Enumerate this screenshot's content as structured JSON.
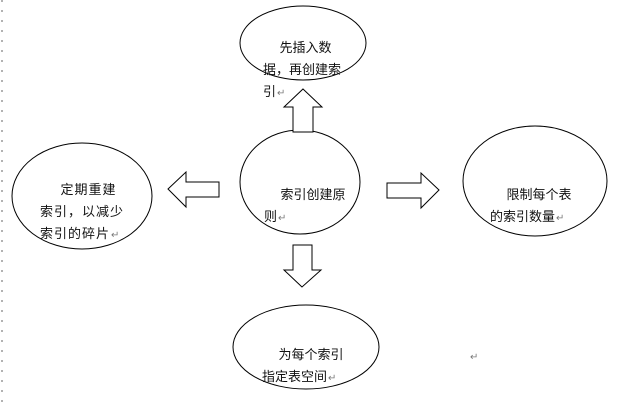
{
  "diagram": {
    "center": {
      "text": "索引创建原则"
    },
    "top": {
      "text": "先插入数据，再创建索引"
    },
    "left": {
      "text": "定期重建索引，以减少索引的碎片"
    },
    "right": {
      "text": "限制每个表的索引数量"
    },
    "bottom": {
      "text": "为每个索引指定表空间"
    },
    "paragraph_mark": "↵"
  }
}
